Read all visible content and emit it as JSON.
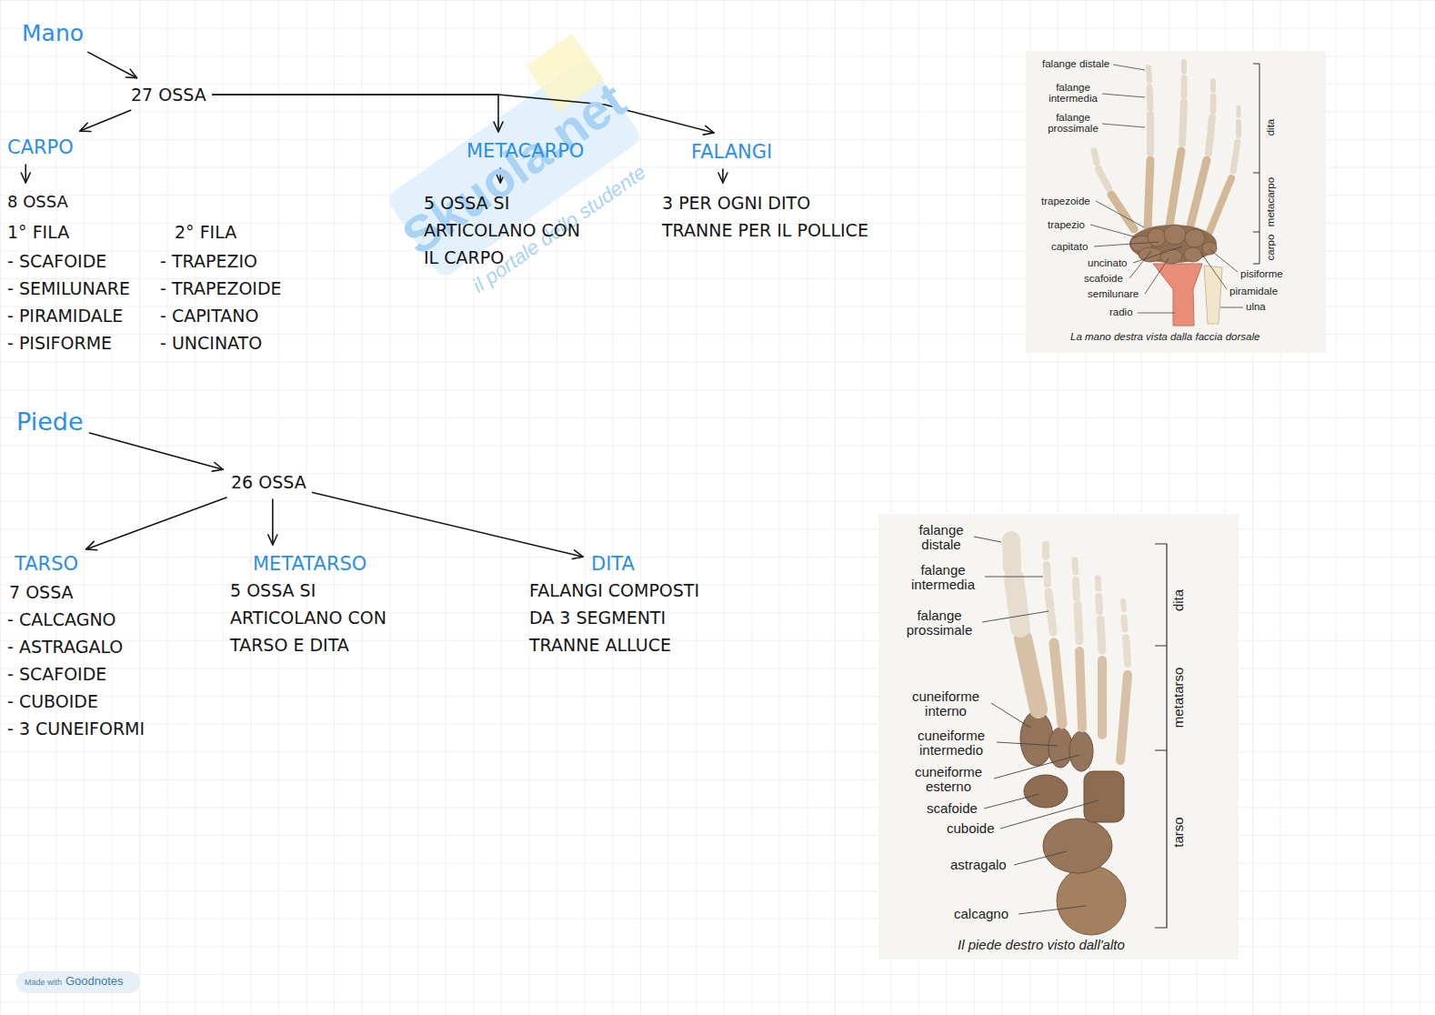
{
  "diagram": {
    "nodes": [
      {
        "text": [
          "Mano"
        ]
      },
      {
        "text": [
          "27 OSSA"
        ]
      },
      {
        "text": [
          "CARPO"
        ]
      },
      {
        "text": [
          "8 OSSA"
        ]
      },
      {
        "text": [
          "METACARPO"
        ]
      },
      {
        "text": [
          "5 OSSA SI ARTICOLANO CON IL CARPO"
        ]
      },
      {
        "text": [
          "FALANGI"
        ]
      },
      {
        "text": [
          "3 PER OGNI DITO TRANNE PER IL POLLICE"
        ]
      },
      {
        "text": [
          "Piede"
        ]
      },
      {
        "text": [
          "26 OSSA"
        ]
      },
      {
        "text": [
          "TARSO"
        ]
      },
      {
        "text": [
          "METATARSO"
        ]
      },
      {
        "text": [
          "DITA"
        ]
      }
    ],
    "edges": [
      {
        "from": 0,
        "to": 1,
        "arrow": "to"
      },
      {
        "from": 1,
        "to": 2,
        "arrow": "to"
      },
      {
        "from": 1,
        "to": 4,
        "arrow": "to"
      },
      {
        "from": 1,
        "to": 6,
        "arrow": "to"
      },
      {
        "from": 2,
        "to": 3,
        "arrow": "to"
      },
      {
        "from": 4,
        "to": 5,
        "arrow": "to"
      },
      {
        "from": 6,
        "to": 7,
        "arrow": "to"
      },
      {
        "from": 8,
        "to": 9,
        "arrow": "to"
      },
      {
        "from": 9,
        "to": 10,
        "arrow": "to"
      },
      {
        "from": 9,
        "to": 11,
        "arrow": "to"
      },
      {
        "from": 9,
        "to": 12,
        "arrow": "to"
      }
    ],
    "labels": [
      "1° FILA",
      "- SCAFOIDE",
      "- SEMILUNARE",
      "- PIRAMIDALE",
      "- PISIFORME",
      "2° FILA",
      "- TRAPEZIO",
      "- TRAPEZOIDE",
      "- CAPITANO",
      "- UNCINATO",
      "7 OSSA",
      "- CALCAGNO",
      "- ASTRAGALO",
      "- SCAFOIDE",
      "- CUBOIDE",
      "- 3 CUNEIFORMI",
      "5 OSSA SI ARTICOLANO CON TARSO E DITA",
      "FALANGI COMPOSTI DA 3 SEGMENTI TRANNE ALLUCE",
      "Skuola.net",
      "il portale dello studente",
      "falange distale",
      "falange intermedia",
      "falange prossimale",
      "dita",
      "metacarpo",
      "carpo",
      "trapezoide",
      "trapezio",
      "capitato",
      "uncinato",
      "scafoide",
      "semilunare",
      "radio",
      "pisiforme",
      "piramidale",
      "ulna",
      "La mano destra vista dalla faccia dorsale",
      "falange distale",
      "falange intermedia",
      "falange prossimale",
      "dita",
      "metatarso",
      "tarso",
      "cuneiforme interno",
      "cuneiforme intermedio",
      "cuneiforme esterno",
      "scafoide",
      "cuboide",
      "astragalo",
      "calcagno",
      "Il piede destro visto dall'alto",
      "Made with",
      "Goodnotes"
    ]
  }
}
